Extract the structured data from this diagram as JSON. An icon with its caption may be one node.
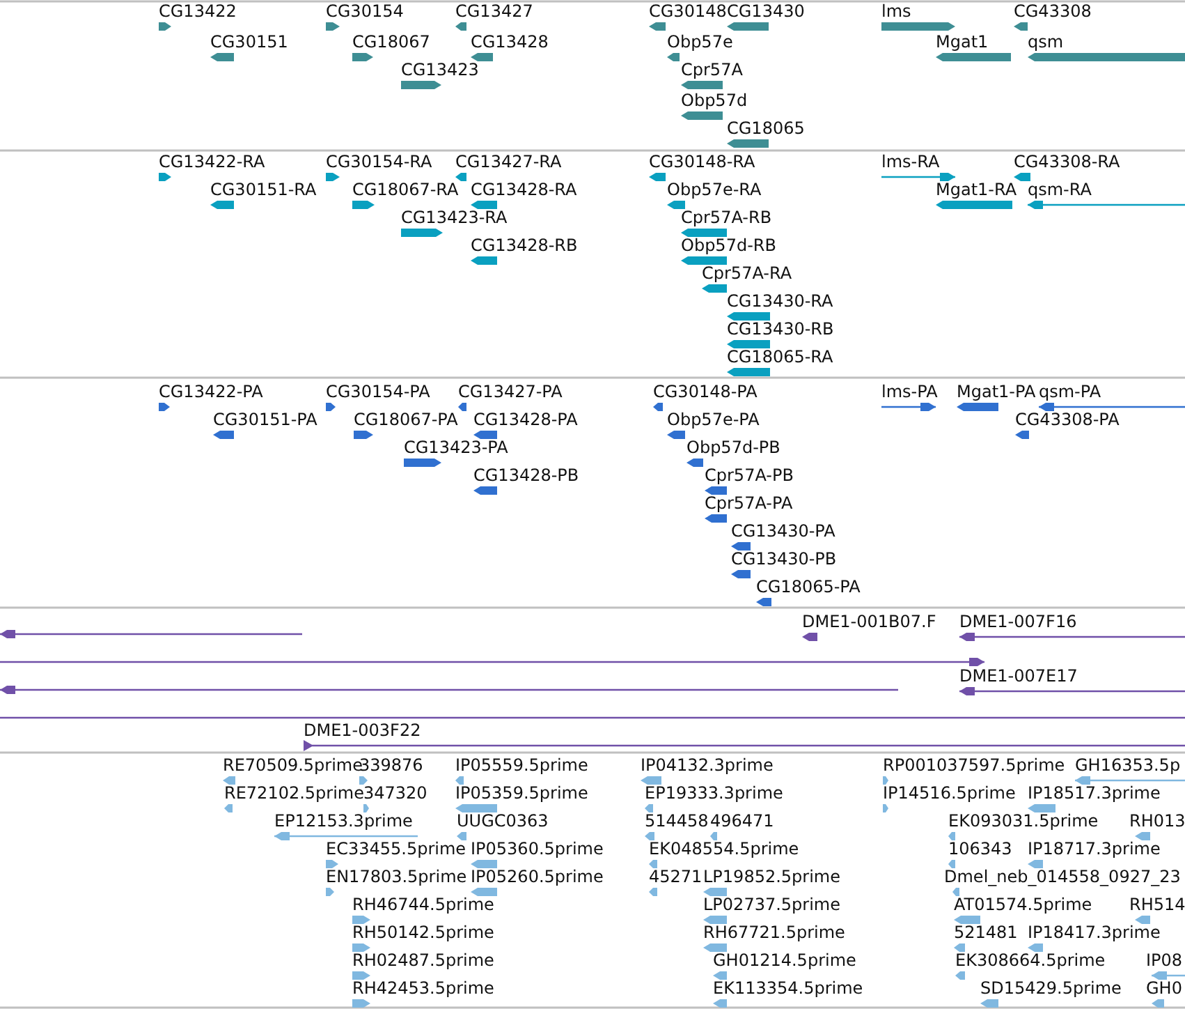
{
  "diagram": {
    "labels": [
      "CG13422",
      "CG30154",
      "CG13427",
      "CG30148",
      "CG13430",
      "lms",
      "CG43308",
      "CG30151",
      "CG18067",
      "CG13428",
      "Obp57e",
      "Mgat1",
      "qsm",
      "CG13423",
      "Cpr57A",
      "Obp57d",
      "CG18065",
      "CG13422-RA",
      "CG30154-RA",
      "CG13427-RA",
      "CG30148-RA",
      "lms-RA",
      "CG43308-RA",
      "CG30151-RA",
      "CG18067-RA",
      "CG13428-RA",
      "Obp57e-RA",
      "Mgat1-RA",
      "qsm-RA",
      "CG13423-RA",
      "Cpr57A-RB",
      "CG13428-RB",
      "Obp57d-RB",
      "Cpr57A-RA",
      "CG13430-RA",
      "CG13430-RB",
      "CG18065-RA",
      "CG13422-PA",
      "CG30154-PA",
      "CG13427-PA",
      "CG30148-PA",
      "lms-PA",
      "Mgat1-PA",
      "qsm-PA",
      "CG30151-PA",
      "CG18067-PA",
      "CG13428-PA",
      "Obp57e-PA",
      "CG43308-PA",
      "CG13423-PA",
      "Obp57d-PB",
      "CG13428-PB",
      "Cpr57A-PB",
      "Cpr57A-PA",
      "CG13430-PA",
      "CG13430-PB",
      "CG18065-PA",
      "DME1-001B07.F",
      "DME1-007F16",
      "DME1-007E17",
      "DME1-003F22",
      "RE70509.5prime",
      "339876",
      "IP05559.5prime",
      "IP04132.3prime",
      "RP001037597.5prime",
      "GH16353.5p",
      "RE72102.5prime",
      "347320",
      "IP05359.5prime",
      "EP19333.3prime",
      "IP14516.5prime",
      "IP18517.3prime",
      "EP12153.3prime",
      "UUGC0363",
      "514458",
      "496471",
      "EK093031.5prime",
      "RH013",
      "EC33455.5prime",
      "IP05360.5prime",
      "EK048554.5prime",
      "106343",
      "IP18717.3prime",
      "EN17803.5prime",
      "IP05260.5prime",
      "45271",
      "LP19852.5prime",
      "Dmel_neb_014558_0927_23",
      "RH46744.5prime",
      "LP02737.5prime",
      "AT01574.5prime",
      "RH514",
      "RH50142.5prime",
      "RH67721.5prime",
      "521481",
      "IP18417.3prime",
      "RH02487.5prime",
      "GH01214.5prime",
      "EK308664.5prime",
      "IP08",
      "RH42453.5prime",
      "EK113354.5prime",
      "SD15429.5prime",
      "GH0"
    ]
  }
}
